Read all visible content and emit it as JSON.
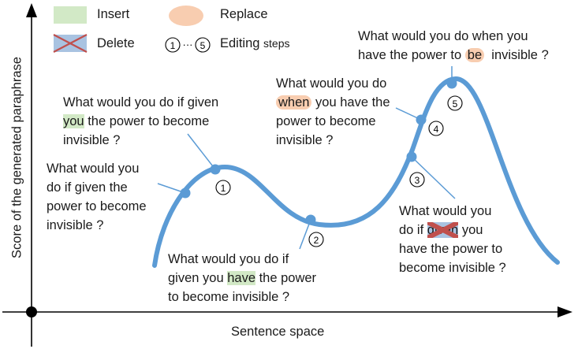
{
  "legend": {
    "insert_label": "Insert",
    "delete_label": "Delete",
    "replace_label": "Replace",
    "steps_symbol_start": "1",
    "steps_symbol_dots": "···",
    "steps_symbol_end": "5",
    "steps_label_main": "Editing",
    "steps_label_small": "steps"
  },
  "axes": {
    "x_label": "Sentence space",
    "y_label": "Score of the generated paraphrase"
  },
  "colors": {
    "curve": "#5b9bd5",
    "insert": "#d2e9c6",
    "replace": "#f8cdb0",
    "delete_fill": "#a9c3e1",
    "delete_cross": "#c0504d"
  },
  "steps": [
    "1",
    "2",
    "3",
    "4",
    "5"
  ],
  "sentences": {
    "s0": {
      "line1": "What would you",
      "line2": "do if given the",
      "line3": "power to become",
      "line4": "invisible ?"
    },
    "s1": {
      "line1": "What would you do if given",
      "hl": "you",
      "line2_rest": " the power to become",
      "line3": "invisible ?"
    },
    "s2": {
      "line1": "What would you do if",
      "pre": "given you ",
      "hl": "have",
      "post": " the power",
      "line3": "to become invisible ?"
    },
    "s3": {
      "line1": "What would you",
      "pre": "do if ",
      "hl": "given",
      "post": " you",
      "line3": "have the power to",
      "line4": "become invisible ?"
    },
    "s4": {
      "line1": "What would you do",
      "hl": "when",
      "post": " you have the",
      "line3": "power to become",
      "line4": "invisible ?"
    },
    "s5": {
      "line1": "What would you do when you",
      "pre": "have the power to ",
      "hl": "be",
      "post": "  invisible ?"
    }
  }
}
